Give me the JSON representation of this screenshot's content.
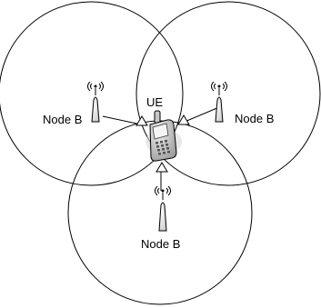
{
  "labels": {
    "ue": "UE",
    "node_left": "Node B",
    "node_right": "Node B",
    "node_bottom": "Node B"
  },
  "icons": {
    "tower": "cell-tower-icon",
    "phone": "mobile-phone-icon",
    "antenna_triangle": "triangle-antenna-icon"
  },
  "colors": {
    "stroke": "#000000",
    "phone_body": "#b8b8b8",
    "phone_screen": "#e8e8e8",
    "tower_fill": "#ffffff"
  }
}
